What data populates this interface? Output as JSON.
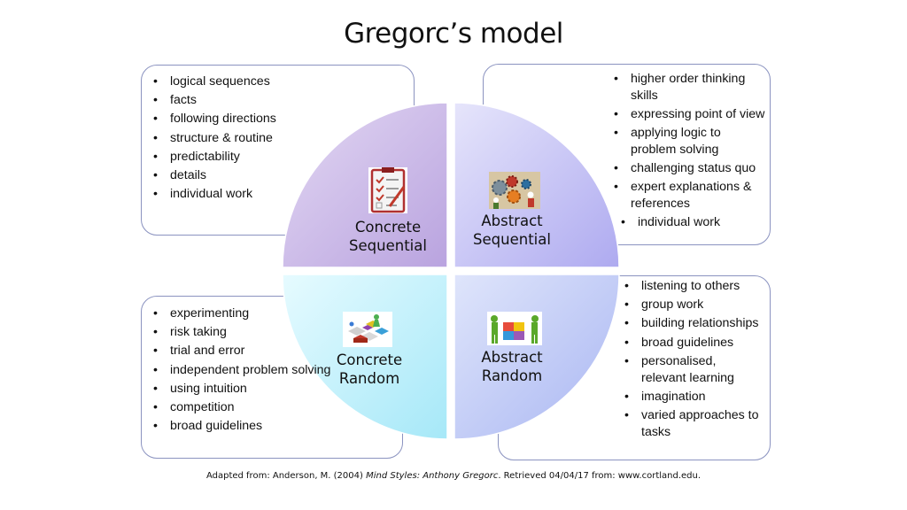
{
  "title": "Gregorc’s model",
  "quadrants": {
    "concrete_sequential": {
      "label_line1": "Concrete",
      "label_line2": "Sequential",
      "items": [
        "logical sequences",
        "facts",
        "following directions",
        "structure & routine",
        "predictability",
        "details",
        "individual work"
      ]
    },
    "abstract_sequential": {
      "label_line1": "Abstract",
      "label_line2": "Sequential",
      "items": [
        "higher order thinking skills",
        "expressing point of view",
        "applying logic to problem solving",
        "challenging status quo",
        "expert explanations & references",
        "individual work"
      ]
    },
    "concrete_random": {
      "label_line1": "Concrete",
      "label_line2": "Random",
      "items": [
        "experimenting",
        "risk taking",
        "trial and error",
        "independent problem solving",
        "using intuition",
        "competition",
        "broad guidelines"
      ]
    },
    "abstract_random": {
      "label_line1": "Abstract",
      "label_line2": "Random",
      "items": [
        "listening to others",
        "group work",
        "building relationships",
        "broad guidelines",
        "personalised, relevant learning",
        "imagination",
        "varied approaches to tasks"
      ]
    }
  },
  "footer": {
    "pre": "Adapted from: Anderson, M. (2004) ",
    "italic": "Mind Styles: Anthony Gregorc",
    "post": ". Retrieved 04/04/17 from: www.cortland.edu."
  },
  "colors": {
    "concrete_sequential": "#c9b7e6",
    "abstract_sequential": "#c2bff2",
    "concrete_random": "#bff0fb",
    "abstract_random": "#bcc6f6",
    "border": "#8b93c0"
  },
  "icons": {
    "concrete_sequential": "checklist-clipboard-icon",
    "abstract_sequential": "gears-people-icon",
    "concrete_random": "colored-blocks-icon",
    "abstract_random": "puzzle-people-icon"
  }
}
